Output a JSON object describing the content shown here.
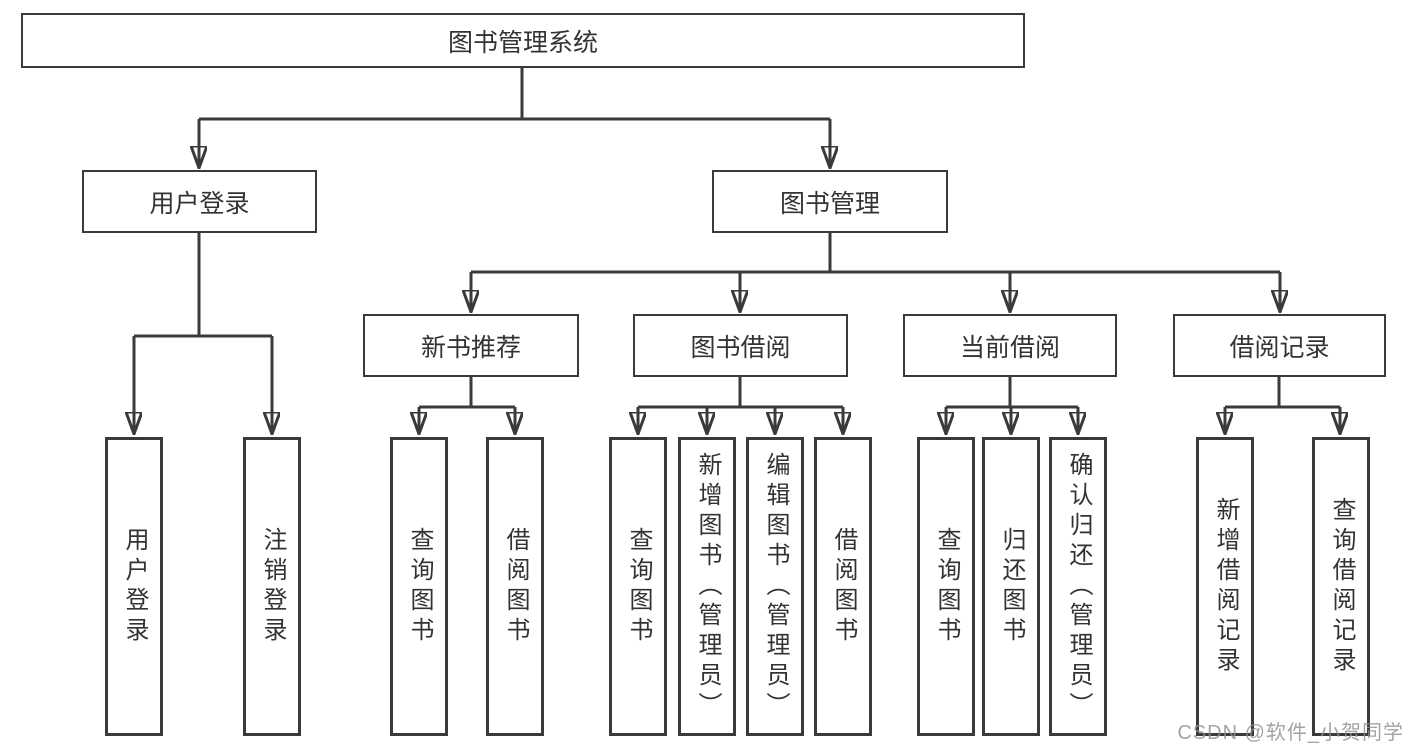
{
  "diagram": {
    "root": {
      "label": "图书管理系统"
    },
    "modules": [
      {
        "label": "用户登录",
        "leaves": [
          "用户登录",
          "注销登录"
        ]
      },
      {
        "label": "图书管理",
        "submodules": [
          {
            "label": "新书推荐",
            "leaves": [
              "查询图书",
              "借阅图书"
            ]
          },
          {
            "label": "图书借阅",
            "leaves": [
              "查询图书",
              "新增图书（管理员）",
              "编辑图书（管理员）",
              "借阅图书"
            ]
          },
          {
            "label": "当前借阅",
            "leaves": [
              "查询图书",
              "归还图书",
              "确认归还（管理员）"
            ]
          },
          {
            "label": "借阅记录",
            "leaves": [
              "新增借阅记录",
              "查询借阅记录"
            ]
          }
        ]
      }
    ],
    "watermark": "CSDN @软件_小贺同学",
    "colors": {
      "line": "#3a3a3a",
      "text": "#333333",
      "watermark": "#8f8f8f",
      "background": "#ffffff"
    }
  }
}
